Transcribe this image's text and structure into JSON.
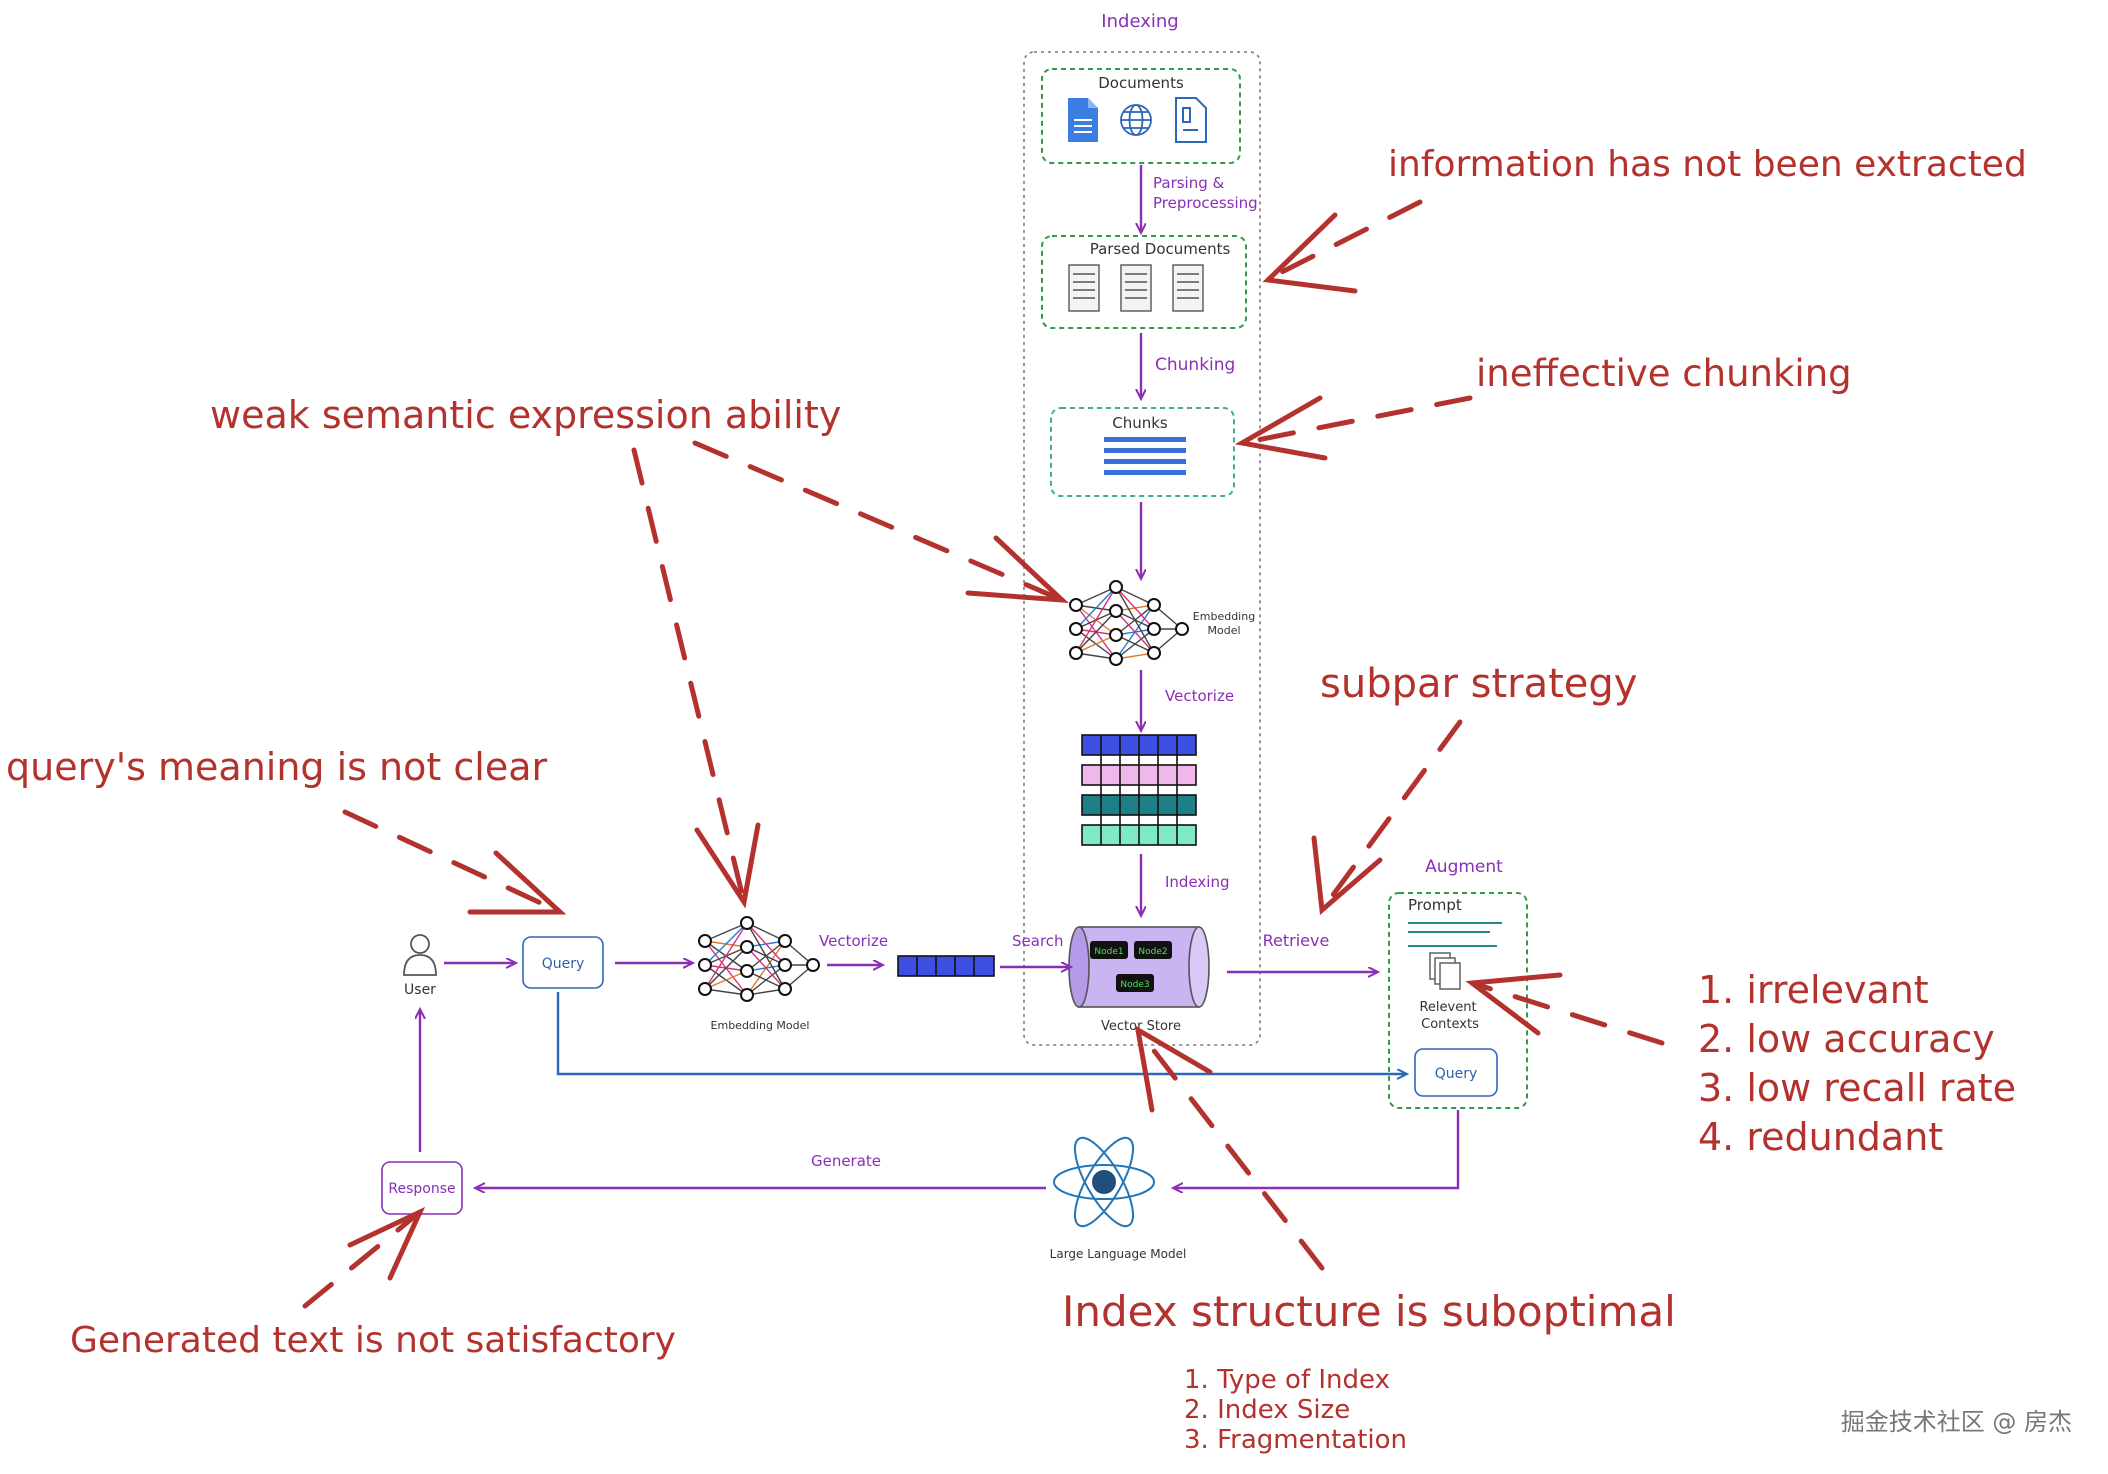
{
  "indexing_panel": {
    "title": "Indexing",
    "documents_label": "Documents",
    "parsing_label_1": "Parsing  &",
    "parsing_label_2": "Preprocessing",
    "parsed_documents_label": "Parsed Documents",
    "chunking_label": "Chunking",
    "chunks_label": "Chunks",
    "embedding_model_label_1": "Embedding",
    "embedding_model_label_2": "Model",
    "vectorize_label": "Vectorize",
    "indexing_label": "Indexing"
  },
  "query_flow": {
    "user_label": "User",
    "query_label": "Query",
    "embedding_model_label": "Embedding Model",
    "vectorize_label": "Vectorize",
    "search_label": "Search",
    "vector_store_label": "Vector Store",
    "nodes": [
      "Node1",
      "Node2",
      "Node3"
    ],
    "retrieve_label": "Retrieve",
    "augment_label": "Augment",
    "prompt_label": "Prompt",
    "relevant_contexts_1": "Relevent",
    "relevant_contexts_2": "Contexts",
    "prompt_query_label": "Query",
    "generate_label": "Generate",
    "llm_label": "Large Language Model",
    "response_label": "Response"
  },
  "annotations": {
    "info_not_extracted": "information has not been extracted",
    "ineffective_chunking": "ineffective chunking",
    "weak_semantic": "weak semantic expression ability",
    "subpar_strategy": "subpar strategy",
    "query_not_clear": "query's meaning is not clear",
    "retrieval_issues": [
      "1. irrelevant",
      "2. low accuracy",
      "3. low recall rate",
      "4. redundant"
    ],
    "generated_not_satisfactory": "Generated text is not satisfactory",
    "index_suboptimal": "Index structure is suboptimal",
    "index_issues": [
      "1. Type of Index",
      "2. Index Size",
      "3. Fragmentation"
    ]
  },
  "watermark": "掘金技术社区 @ 房杰",
  "colors": {
    "annotation_red": "#b3322d",
    "flow_purple": "#8a2fb5",
    "flow_blue": "#2d68b8",
    "box_green": "#2e9a4e",
    "box_teal": "#3fae8f"
  },
  "icons": [
    "user-icon",
    "document-icon",
    "globe-icon",
    "file-icon",
    "parsed-doc-icon",
    "neural-net-icon",
    "vector-strip-icon",
    "cylinder-icon",
    "stacked-doc-icon",
    "atom-icon"
  ]
}
